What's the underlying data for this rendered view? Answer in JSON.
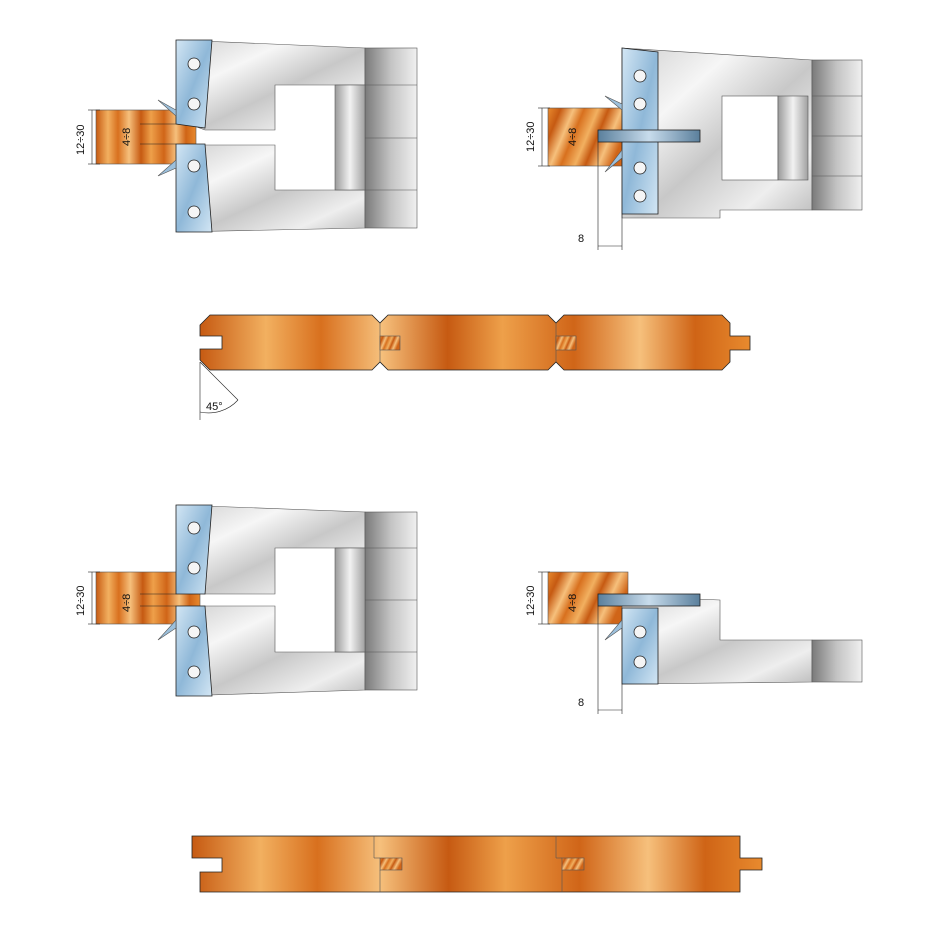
{
  "labels": {
    "height_range": "12÷30",
    "depth_range": "4÷8",
    "offset": "8",
    "chamfer_angle": "45°"
  },
  "colors": {
    "wood_dark": "#c65a12",
    "wood_mid": "#e88a2e",
    "wood_light": "#f6c07c",
    "steel_dark": "#8c8c8c",
    "steel_mid": "#d6d6d6",
    "steel_light": "#f4f4f4",
    "knife_dark": "#6f9ec4",
    "knife_light": "#d3e6f4"
  }
}
